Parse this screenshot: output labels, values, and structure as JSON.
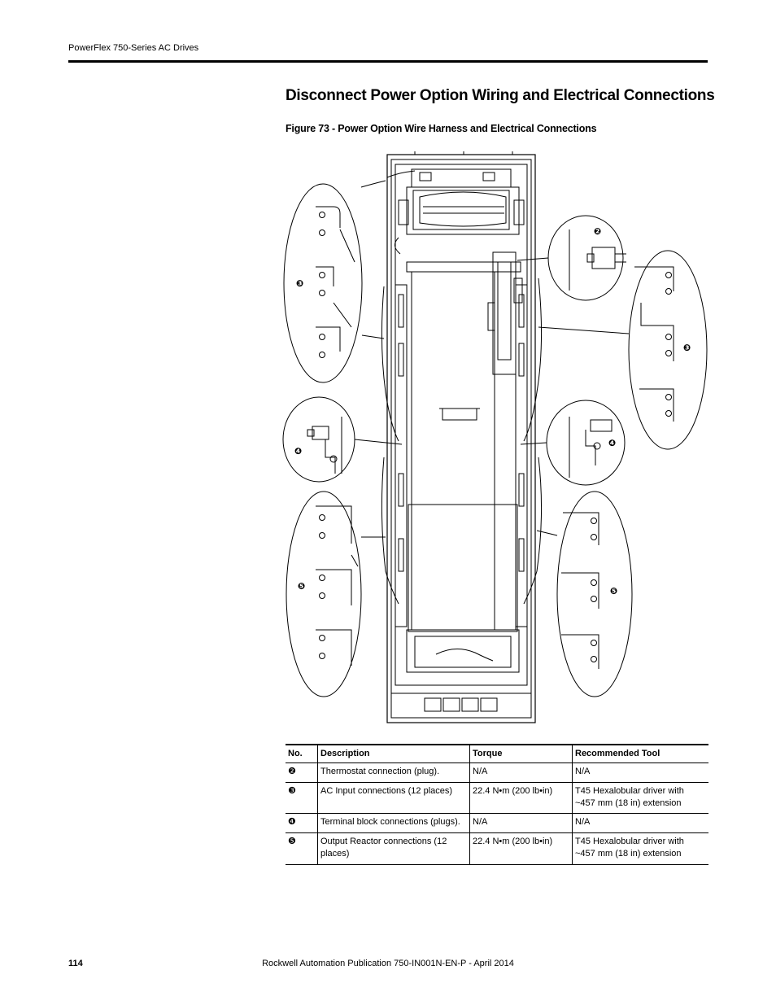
{
  "header": {
    "title": "PowerFlex 750-Series AC Drives"
  },
  "section": {
    "title": "Disconnect Power Option Wiring and Electrical Connections"
  },
  "figure": {
    "caption": "Figure 73 - Power Option Wire Harness and Electrical Connections",
    "callouts": {
      "two": "❷",
      "three": "❸",
      "four": "❹",
      "five": "❺"
    }
  },
  "table": {
    "headers": [
      "No.",
      "Description",
      "Torque",
      "Recommended Tool"
    ],
    "rows": [
      {
        "no": "❷",
        "description": "Thermostat connection (plug).",
        "torque": "N/A",
        "tool": "N/A"
      },
      {
        "no": "❸",
        "description": "AC Input connections (12 places)",
        "torque": "22.4 N•m (200 lb•in)",
        "tool": "T45 Hexalobular driver with ~457 mm (18 in) extension"
      },
      {
        "no": "❹",
        "description": "Terminal block connections (plugs).",
        "torque": "N/A",
        "tool": "N/A"
      },
      {
        "no": "❺",
        "description": "Output Reactor connections (12 places)",
        "torque": "22.4 N•m (200 lb•in)",
        "tool": "T45 Hexalobular driver with ~457 mm (18 in) extension"
      }
    ]
  },
  "footer": {
    "page_number": "114",
    "publication": "Rockwell Automation Publication 750-IN001N-EN-P - April 2014"
  }
}
